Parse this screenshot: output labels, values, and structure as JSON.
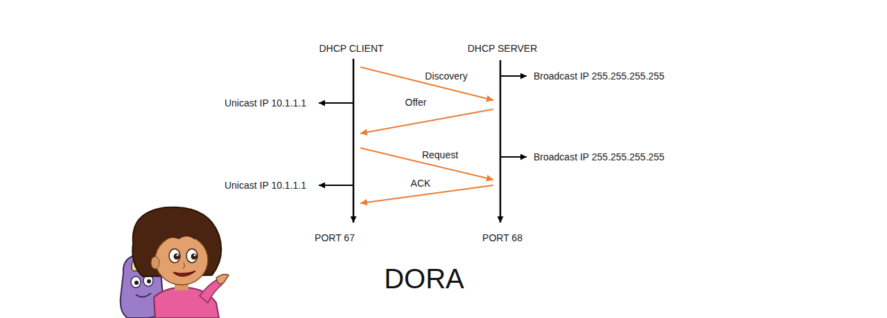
{
  "diagram": {
    "caption": "DORA",
    "nodes": [
      {
        "text": [
          "DHCP CLIENT",
          "PORT 67"
        ]
      },
      {
        "text": [
          "DHCP SERVER",
          "PORT 68"
        ]
      }
    ],
    "edges": [
      {
        "from": 0,
        "to": 1,
        "label": "Discovery",
        "arrow": "to"
      },
      {
        "from": 1,
        "to": 0,
        "label": "Offer",
        "arrow": "to"
      },
      {
        "from": 0,
        "to": 1,
        "label": "Request",
        "arrow": "to"
      },
      {
        "from": 1,
        "to": 0,
        "label": "ACK",
        "arrow": "to"
      }
    ],
    "labels": [
      "Broadcast IP 255.255.255.255",
      "Unicast IP 10.1.1.1",
      "Broadcast IP 255.255.255.255",
      "Unicast IP 10.1.1.1"
    ]
  }
}
